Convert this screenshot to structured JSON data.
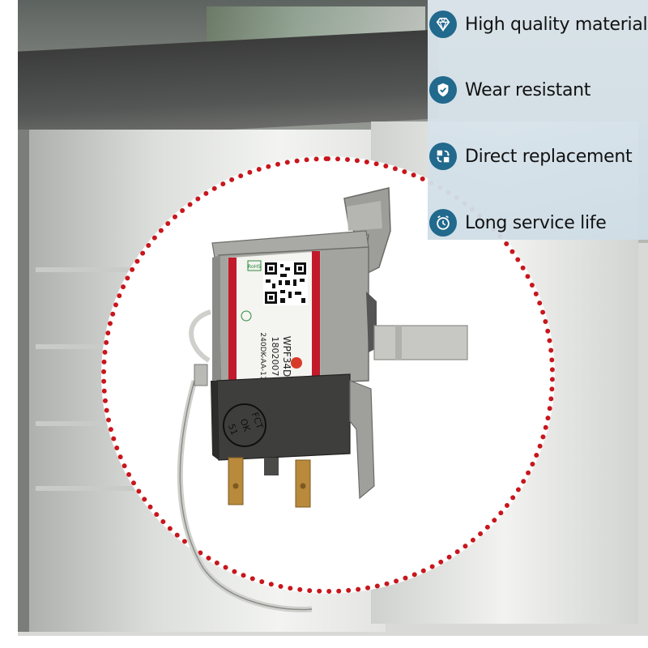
{
  "colors": {
    "accent_blue": "#21698d",
    "dotted_border_red": "#c8161d",
    "panel_bg": "#dfe9ef"
  },
  "features": [
    {
      "icon": "diamond-icon",
      "label": "High quality material"
    },
    {
      "icon": "shield-check-icon",
      "label": "Wear resistant"
    },
    {
      "icon": "replace-arrows-icon",
      "label": "Direct replacement"
    },
    {
      "icon": "clock-icon",
      "label": "Long service life"
    }
  ],
  "product": {
    "model": "WPF34D",
    "code": "1802007",
    "rating": "240DK-AA-11",
    "stamp_lines": [
      "FCT",
      "OK",
      "51"
    ],
    "rohs_mark": "RoHS"
  }
}
